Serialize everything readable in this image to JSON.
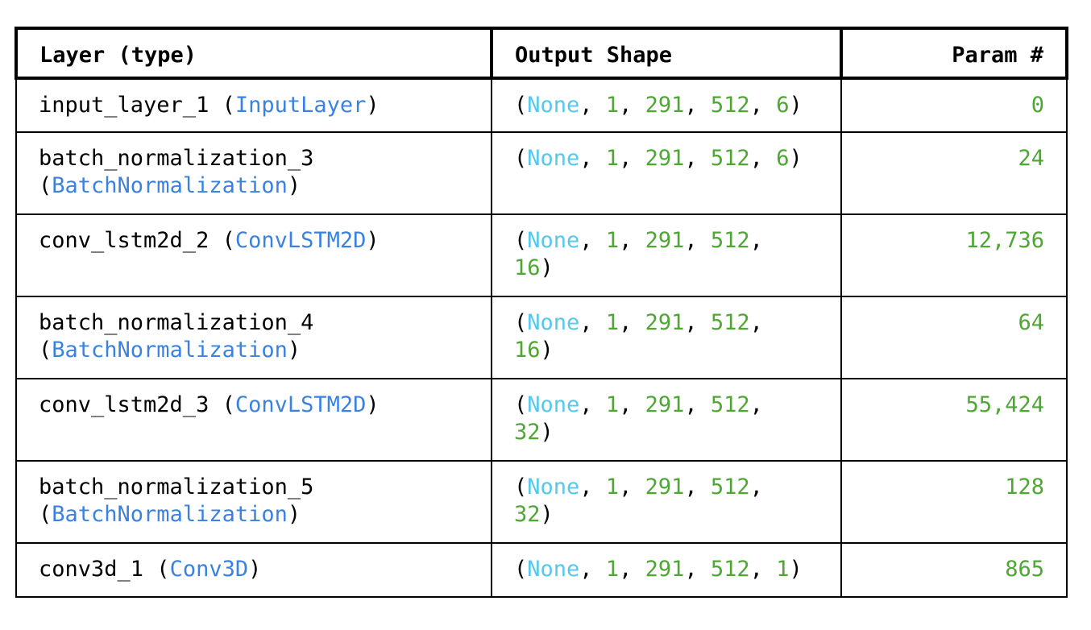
{
  "header": {
    "layer": "Layer (type)",
    "output_shape": "Output Shape",
    "params": "Param #"
  },
  "rows": [
    {
      "layer_name": "input_layer_1",
      "layer_type": "InputLayer",
      "shape": [
        "None",
        "1",
        "291",
        "512",
        "6"
      ],
      "params": "0"
    },
    {
      "layer_name": "batch_normalization_3",
      "layer_type": "BatchNormalization",
      "shape": [
        "None",
        "1",
        "291",
        "512",
        "6"
      ],
      "params": "24"
    },
    {
      "layer_name": "conv_lstm2d_2",
      "layer_type": "ConvLSTM2D",
      "shape": [
        "None",
        "1",
        "291",
        "512",
        "16"
      ],
      "params": "12,736"
    },
    {
      "layer_name": "batch_normalization_4",
      "layer_type": "BatchNormalization",
      "shape": [
        "None",
        "1",
        "291",
        "512",
        "16"
      ],
      "params": "64"
    },
    {
      "layer_name": "conv_lstm2d_3",
      "layer_type": "ConvLSTM2D",
      "shape": [
        "None",
        "1",
        "291",
        "512",
        "32"
      ],
      "params": "55,424"
    },
    {
      "layer_name": "batch_normalization_5",
      "layer_type": "BatchNormalization",
      "shape": [
        "None",
        "1",
        "291",
        "512",
        "32"
      ],
      "params": "128"
    },
    {
      "layer_name": "conv3d_1",
      "layer_type": "Conv3D",
      "shape": [
        "None",
        "1",
        "291",
        "512",
        "1"
      ],
      "params": "865"
    }
  ],
  "colors": {
    "layer_type": "#3b82e0",
    "none_keyword": "#56c8ec",
    "number": "#4ea633",
    "text": "#000000"
  }
}
